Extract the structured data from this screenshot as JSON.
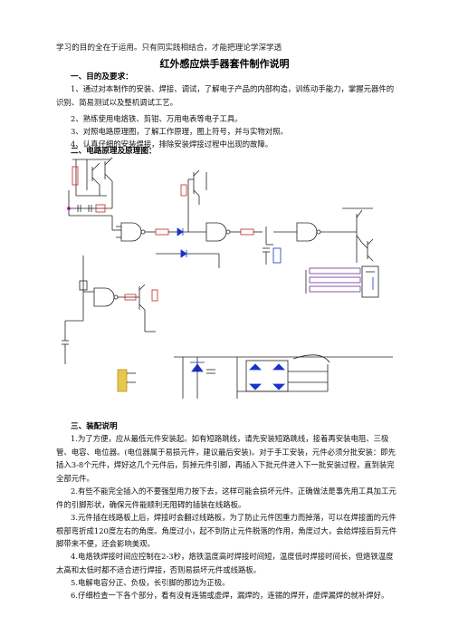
{
  "header": {
    "motto": "学习的目的全在于运用。只有同实践相结合，才能把理论学深学透"
  },
  "title": "红外感应烘手器套件制作说明",
  "section1": {
    "heading": "一、目的及要求：",
    "items": [
      "1、通过对本制作的安装、焊接、调试，了解电子产品的内部构造，训练动手能力，掌握元器件的识别、简易测试以及整机调试工艺。",
      "2、熟练使用电烙铁、剪钳、万用电表等电子工具。",
      "3、对照电路原理图，了解工作原理，图上符号，并与实物对照。",
      "4、认真仔细的安装焊接，排除安装焊接过程中出现的故障。"
    ]
  },
  "section2": {
    "heading": "二、电路原理及原理图："
  },
  "section3": {
    "heading": "三、装配说明",
    "paragraphs": [
      "1.为了方便，应从最低元件安装起。如有短路跳线，请先安装短路跳线，接着再安装电阻、三极管、电容、电位器。(电位器属于易损元件，建议最后安装)。对于手工安装，元件必须分批安装：即先插入3-8个元件，焊好这几个元件后，剪掉元件引脚，再插入下批元件进入下一批安装过程，直到装完全部元件。",
      "2.有些不能完全插入的不要强型用力按下去，这样可能会损坏元件。正确做法是事先用工具加工元件的引脚形状，确保元件能顺利无阻碍的插装在线路板。",
      "3.元件插在线路板上后，焊接时会翻过线路板，为了防止元件因重力而掉落，可以在焊接面的元件根部弯折成120度左右的角度。角度过小，起不到防止元件脱落的作用，角度过大，会给焊接后剪元件脚带来不便，还会影响美观。",
      "4.电烙铁焊接时间应控制在2-3秒，烙铁温度高时焊接时间短，温度低时焊接时间长，但烙铁温度太高和太低时都不适合进行焊接，否则易损坏元件或线路板。",
      "5.电解电容分正、负极，长引脚的那边为正极。",
      "6.仔细检查一下各个部分，看有没有连锡或虚焊，漏焊的，连锡的焊开，虚焊漏焊的就补焊好。"
    ]
  },
  "colors": {
    "wire": "#222222",
    "diode_blue": "#1a33cc",
    "resistor_red": "#cc2020",
    "connector_purple": "#6a2ea0",
    "pot_magenta": "#b010b0",
    "connector_yellow": "#e8c84a"
  }
}
